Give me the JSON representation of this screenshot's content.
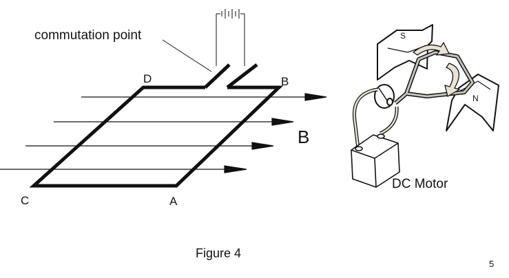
{
  "figure": {
    "callout": "commutation point",
    "corners": {
      "a": "A",
      "b": "B",
      "c": "C",
      "d": "D"
    },
    "field_label": "B",
    "motor": {
      "pole_south": "S",
      "pole_north": "N",
      "label": "DC Motor"
    },
    "caption": "Figure 4",
    "page_number": "5"
  },
  "colors": {
    "ink": "#111111",
    "coil": "#c9c6be",
    "battery": "#ffffff",
    "background": "#ffffff"
  }
}
